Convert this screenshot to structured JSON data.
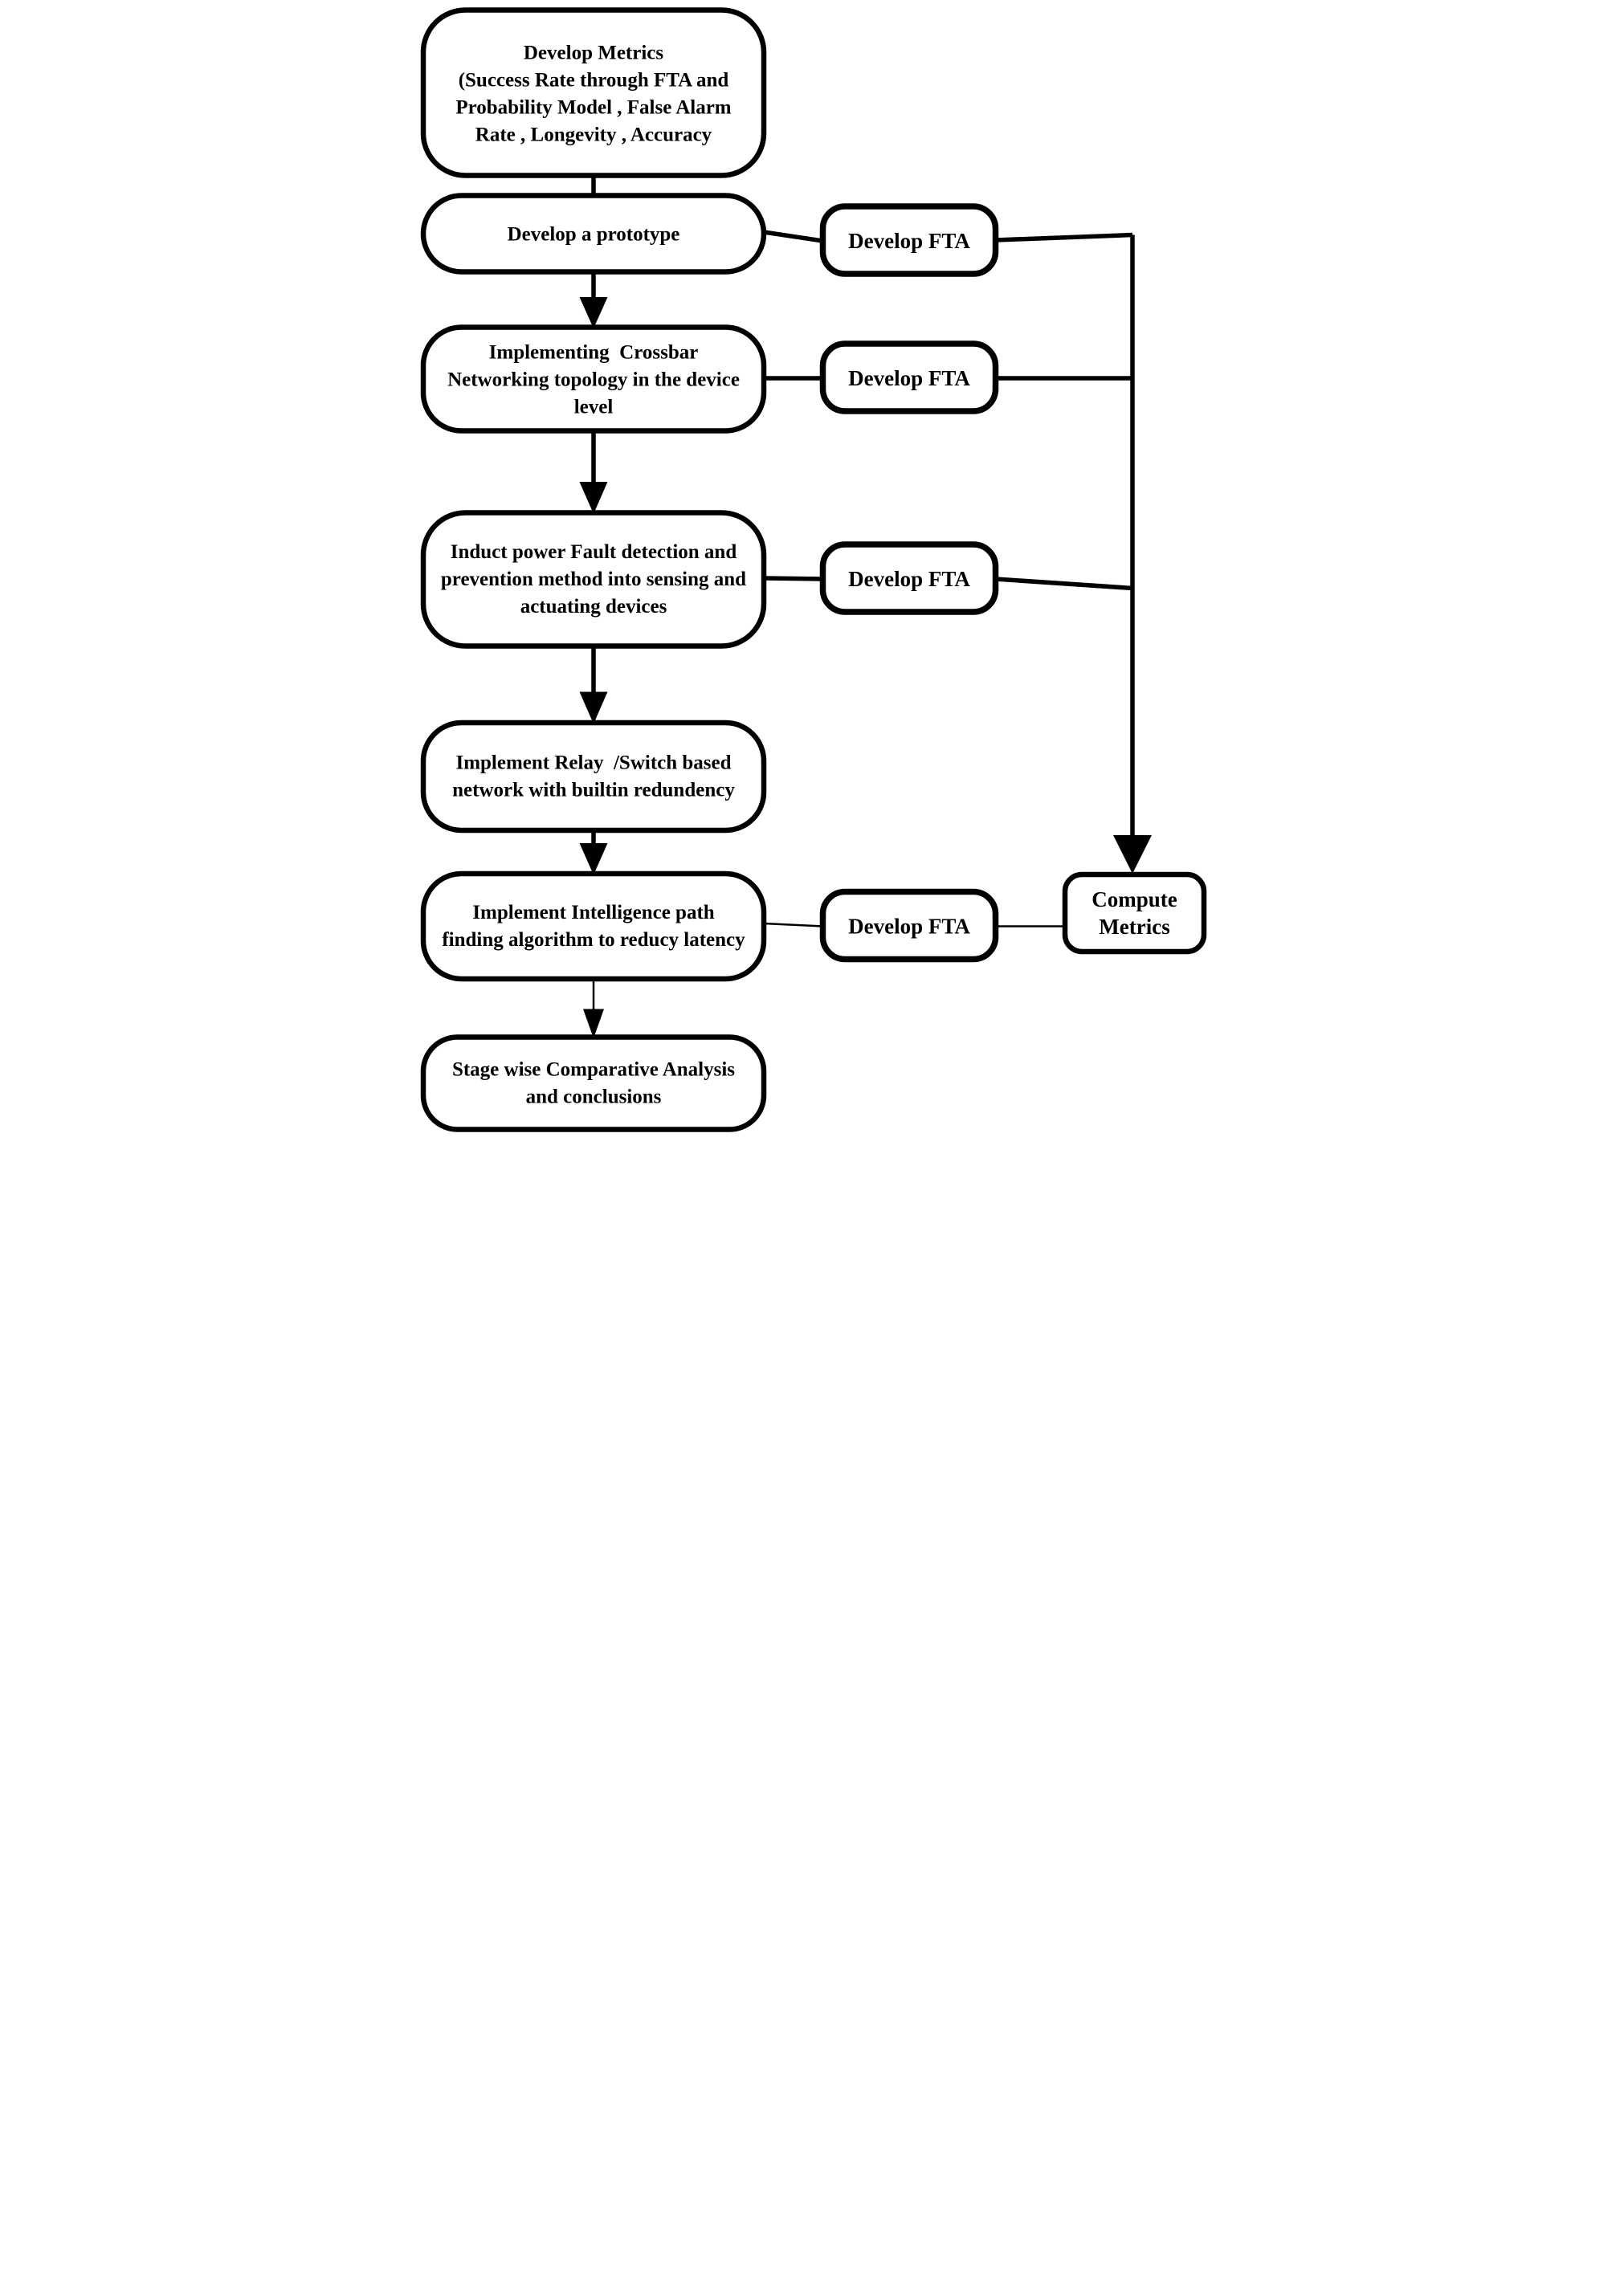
{
  "colors": {
    "background": "#ffffff",
    "line": "#000000",
    "text": "#000000"
  },
  "nodes": {
    "develop_metrics": {
      "line1": "Develop Metrics",
      "line2": "(Success Rate through FTA and",
      "line3": "Probability Model , False Alarm",
      "line4": "Rate , Longevity , Accuracy"
    },
    "develop_prototype": {
      "line1": "Develop a prototype"
    },
    "crossbar_topology": {
      "line1": "Implementing  Crossbar",
      "line2": "Networking topology in the device",
      "line3": "level"
    },
    "power_fault": {
      "line1": "Induct power Fault detection and",
      "line2": "prevention method into sensing and",
      "line3": "actuating devices"
    },
    "relay_switch": {
      "line1": "Implement Relay  /Switch based",
      "line2": "network with builtin redundency"
    },
    "intelligence_path": {
      "line1": "Implement Intelligence path",
      "line2": "finding algorithm to reducy latency"
    },
    "stage_wise": {
      "line1": "Stage wise Comparative Analysis",
      "line2": "and conclusions"
    },
    "fta_1": {
      "label": "Develop FTA"
    },
    "fta_2": {
      "label": "Develop FTA"
    },
    "fta_3": {
      "label": "Develop FTA"
    },
    "fta_4": {
      "label": "Develop FTA"
    },
    "compute_metrics": {
      "line1": "Compute",
      "line2": "Metrics"
    }
  }
}
